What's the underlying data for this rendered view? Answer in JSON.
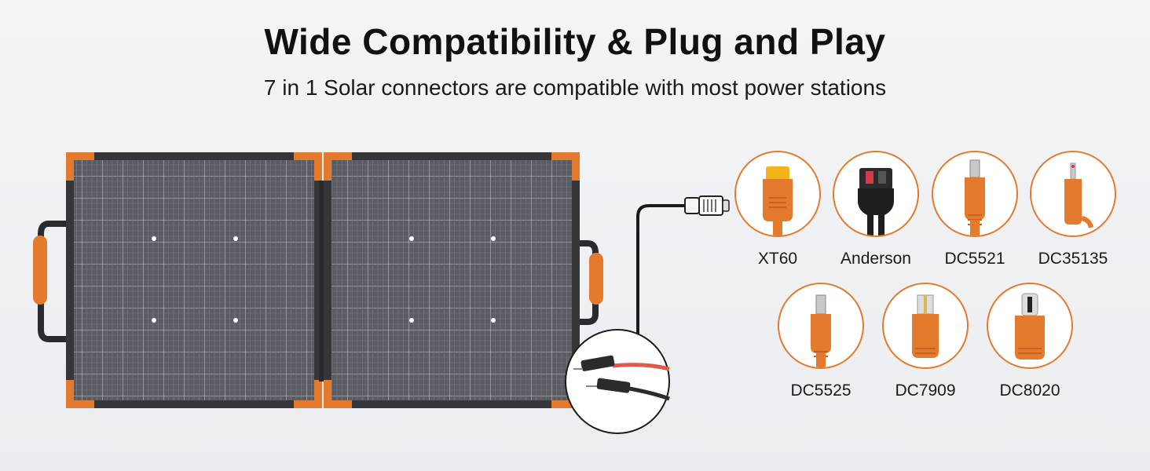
{
  "header": {
    "title": "Wide Compatibility & Plug and Play",
    "subtitle": "7 in 1 Solar connectors are compatible with most power stations"
  },
  "colors": {
    "accent_orange": "#e37a2d",
    "panel_dark": "#3a3c40",
    "text": "#111111"
  },
  "connectors": [
    {
      "label": "XT60",
      "icon": "xt60-connector-icon"
    },
    {
      "label": "Anderson",
      "icon": "anderson-connector-icon"
    },
    {
      "label": "DC5521",
      "icon": "dc5521-connector-icon"
    },
    {
      "label": "DC35135",
      "icon": "dc35135-connector-icon"
    },
    {
      "label": "DC5525",
      "icon": "dc5525-connector-icon"
    },
    {
      "label": "DC7909",
      "icon": "dc7909-connector-icon"
    },
    {
      "label": "DC8020",
      "icon": "dc8020-connector-icon"
    }
  ]
}
